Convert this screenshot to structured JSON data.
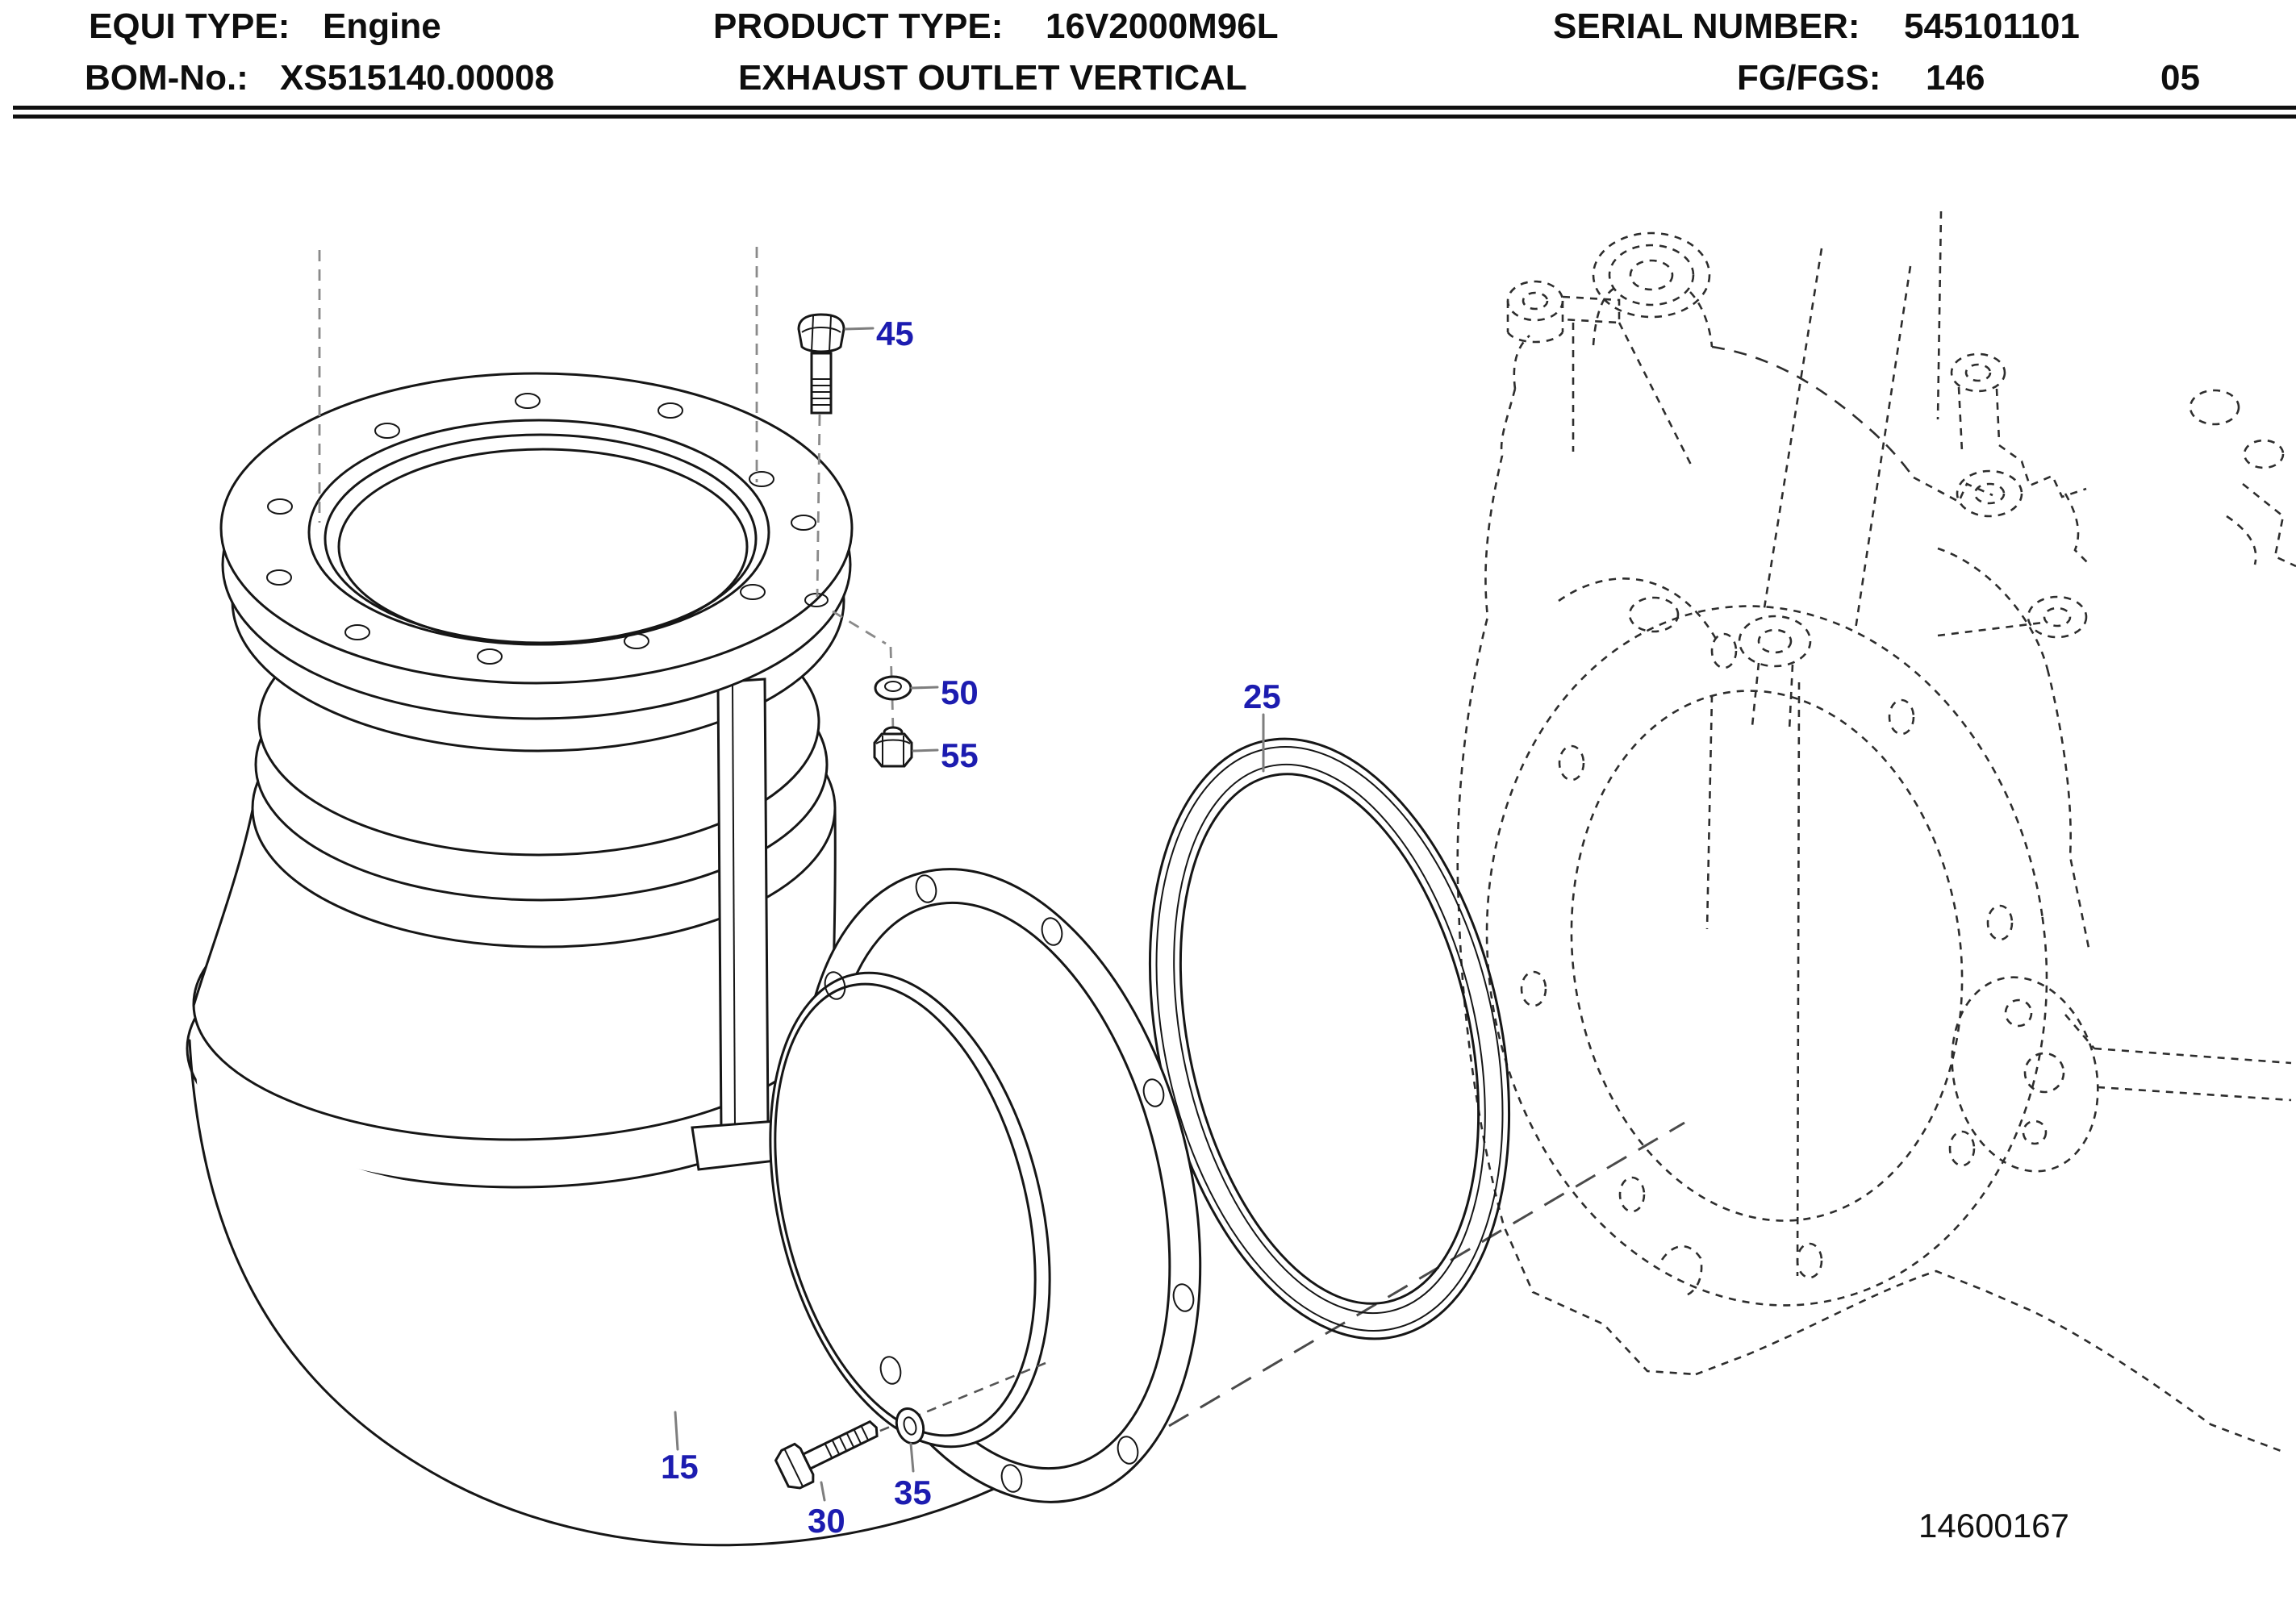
{
  "header": {
    "equi_type": {
      "label": "EQUI TYPE:",
      "value": "Engine"
    },
    "product_type": {
      "label": "PRODUCT TYPE:",
      "value": "16V2000M96L"
    },
    "serial_number": {
      "label": "SERIAL NUMBER:",
      "value": "545101101"
    },
    "bom_no": {
      "label": "BOM-No.:",
      "value": "XS515140.00008"
    },
    "title": "EXHAUST OUTLET VERTICAL",
    "fg_fgs": {
      "label": "FG/FGS:",
      "value": "146"
    },
    "sheet": "05"
  },
  "drawing": {
    "number": "14600167",
    "callouts": [
      {
        "label": "45"
      },
      {
        "label": "50"
      },
      {
        "label": "55"
      },
      {
        "label": "25"
      },
      {
        "label": "15"
      },
      {
        "label": "30"
      },
      {
        "label": "35"
      }
    ],
    "colors": {
      "callout_blue": "#1c1cb0",
      "line_black": "#161616",
      "engine_dash_gray": "#2d2d2d",
      "leader_gray": "#7e7e7e",
      "background": "#ffffff"
    }
  }
}
